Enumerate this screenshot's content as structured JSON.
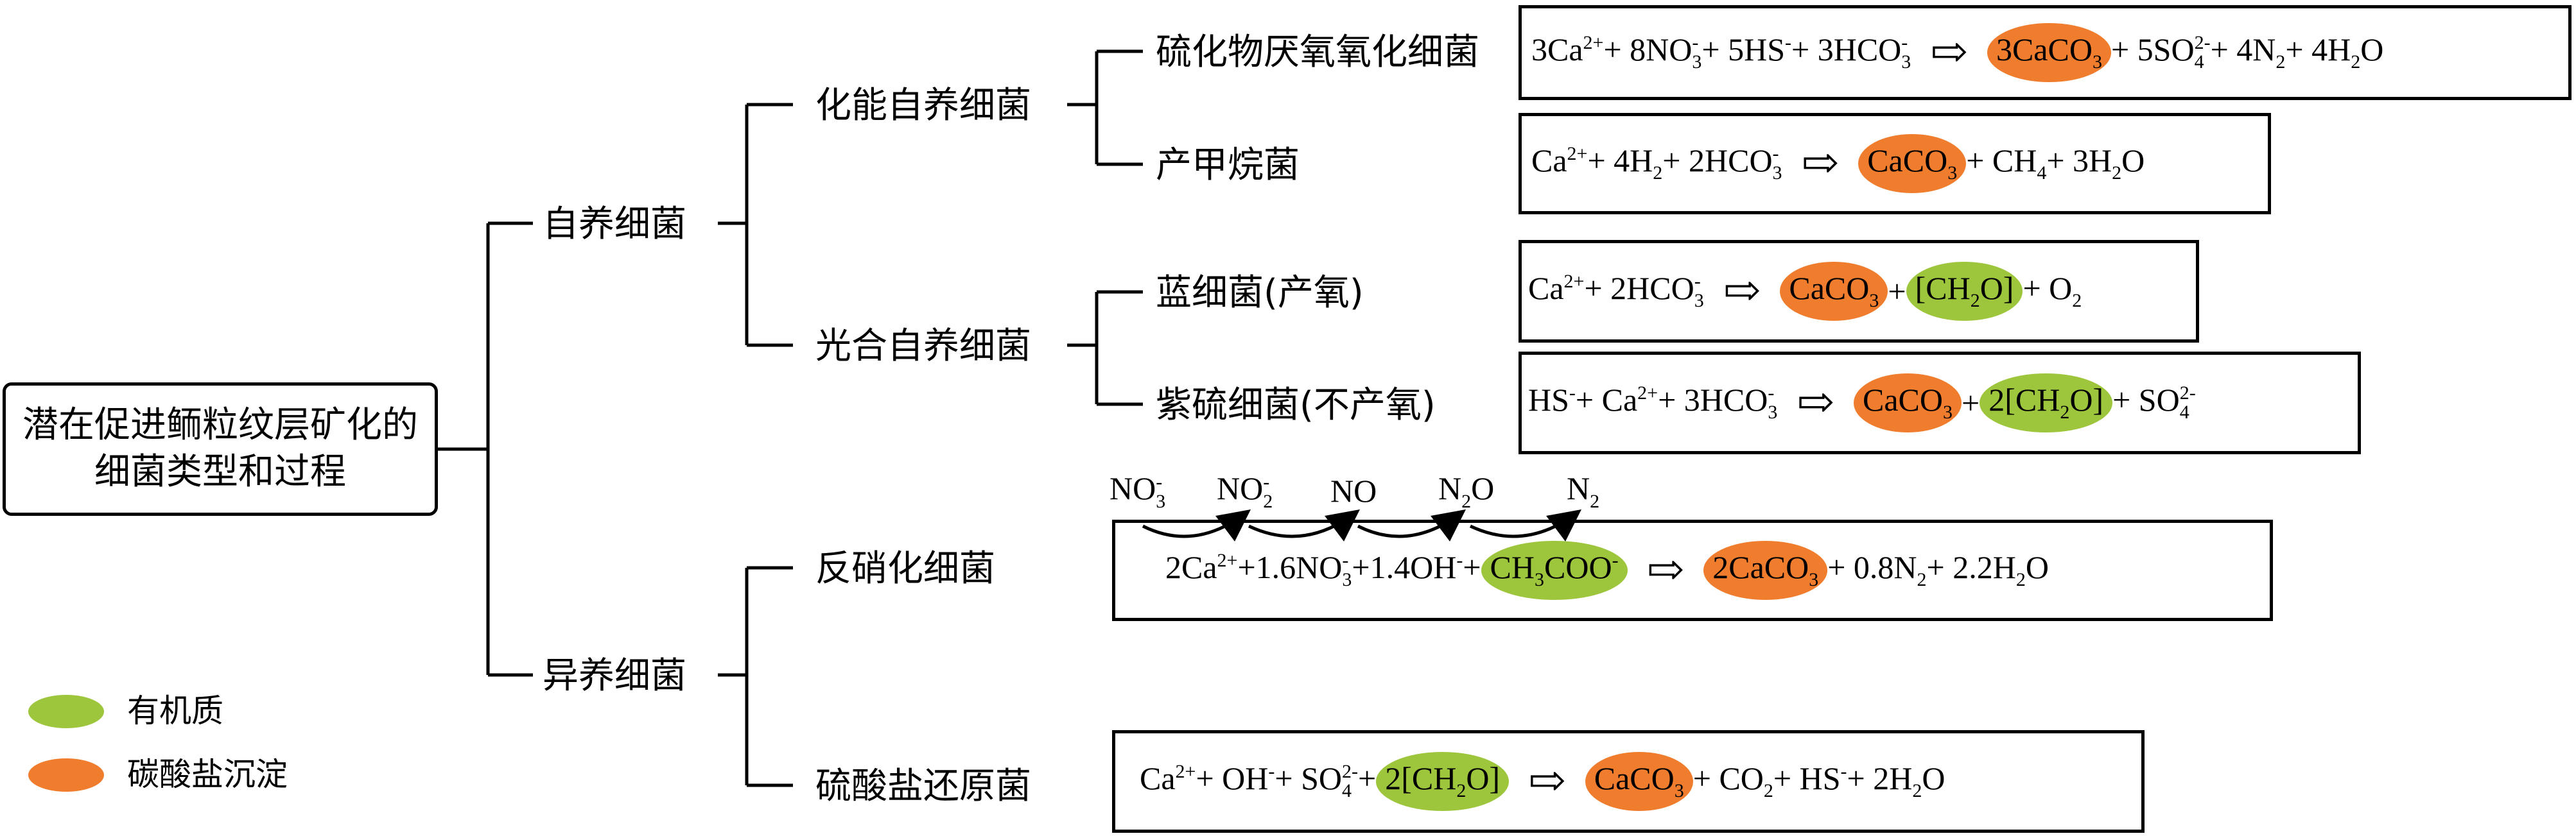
{
  "colors": {
    "organic": "#9dc63c",
    "carbonate": "#ef7d2d",
    "line": "#000000"
  },
  "root": {
    "line1": "潜在促进鲕粒纹层矿化的",
    "line2": "细菌类型和过程"
  },
  "level1": {
    "autotrophic": "自养细菌",
    "heterotrophic": "异养细菌"
  },
  "level2": {
    "chemoautotrophic": "化能自养细菌",
    "photoautotrophic": "光合自养细菌",
    "denitrifying": "反硝化细菌",
    "sulfate_reducing": "硫酸盐还原菌"
  },
  "level3": {
    "sulfide_anaerobic": "硫化物厌氧氧化细菌",
    "methanogen": "产甲烷菌",
    "cyanobacteria": "蓝细菌(产氧)",
    "purple_sulfur": "紫硫细菌(不产氧)"
  },
  "equations": {
    "eq1": {
      "reactants": [
        {
          "b": "3Ca",
          "sup": "2+",
          "sub": ""
        },
        {
          "b": " + 8NO",
          "sup": "-",
          "sub": "3"
        },
        {
          "b": " + 5HS",
          "sup": "-",
          "sub": ""
        },
        {
          "b": " + 3HCO",
          "sup": "-",
          "sub": "3"
        }
      ],
      "highlight": [
        {
          "b": "3CaCO",
          "sup": "",
          "sub": "3"
        }
      ],
      "products": [
        {
          "b": " + 5SO",
          "sup": "2-",
          "sub": "4"
        },
        {
          "b": " + 4N",
          "sup": "",
          "sub": "2"
        },
        {
          "b": " + 4H",
          "sup": "",
          "sub": "2"
        },
        {
          "b": "O",
          "sup": "",
          "sub": ""
        }
      ]
    },
    "eq2": {
      "reactants": [
        {
          "b": "Ca",
          "sup": "2+",
          "sub": ""
        },
        {
          "b": " + 4H",
          "sup": "",
          "sub": "2"
        },
        {
          "b": " + 2HCO",
          "sup": "-",
          "sub": "3"
        }
      ],
      "highlight": [
        {
          "b": "CaCO",
          "sup": "",
          "sub": "3"
        }
      ],
      "products": [
        {
          "b": " + CH",
          "sup": "",
          "sub": "4"
        },
        {
          "b": " + 3H",
          "sup": "",
          "sub": "2"
        },
        {
          "b": "O",
          "sup": "",
          "sub": ""
        }
      ]
    },
    "eq3": {
      "reactants": [
        {
          "b": "Ca",
          "sup": "2+",
          "sub": ""
        },
        {
          "b": " + 2HCO",
          "sup": "-",
          "sub": "3"
        }
      ],
      "highlight": [
        {
          "b": "CaCO",
          "sup": "",
          "sub": "3"
        }
      ],
      "mid": [
        {
          "b": " + ",
          "sup": "",
          "sub": ""
        }
      ],
      "highlight2": [
        {
          "b": "[CH",
          "sup": "",
          "sub": "2"
        },
        {
          "b": "O]",
          "sup": "",
          "sub": ""
        }
      ],
      "products": [
        {
          "b": " + O",
          "sup": "",
          "sub": "2"
        }
      ]
    },
    "eq4": {
      "reactants": [
        {
          "b": "HS",
          "sup": "-",
          "sub": ""
        },
        {
          "b": " + Ca",
          "sup": "2+",
          "sub": ""
        },
        {
          "b": " + 3HCO",
          "sup": "-",
          "sub": "3"
        }
      ],
      "highlight": [
        {
          "b": "CaCO",
          "sup": "",
          "sub": "3"
        }
      ],
      "mid": [
        {
          "b": " + ",
          "sup": "",
          "sub": ""
        }
      ],
      "highlight2": [
        {
          "b": "2[CH",
          "sup": "",
          "sub": "2"
        },
        {
          "b": "O]",
          "sup": "",
          "sub": ""
        }
      ],
      "products": [
        {
          "b": " + SO",
          "sup": "2-",
          "sub": "4"
        }
      ]
    },
    "eq5": {
      "reactants": [
        {
          "b": "2Ca",
          "sup": "2+",
          "sub": ""
        },
        {
          "b": "+1.6NO",
          "sup": "-",
          "sub": "3"
        },
        {
          "b": "+1.4OH",
          "sup": "-",
          "sub": ""
        },
        {
          "b": "+",
          "sup": "",
          "sub": ""
        }
      ],
      "highlight2": [
        {
          "b": "CH",
          "sup": "",
          "sub": "3"
        },
        {
          "b": "COO",
          "sup": "-",
          "sub": ""
        }
      ],
      "highlight": [
        {
          "b": "2CaCO",
          "sup": "",
          "sub": "3"
        }
      ],
      "products": [
        {
          "b": " + 0.8N",
          "sup": "",
          "sub": "2"
        },
        {
          "b": " + 2.2H",
          "sup": "",
          "sub": "2"
        },
        {
          "b": "O",
          "sup": "",
          "sub": ""
        }
      ]
    },
    "eq6": {
      "reactants": [
        {
          "b": "Ca",
          "sup": "2+",
          "sub": ""
        },
        {
          "b": " + OH",
          "sup": "-",
          "sub": ""
        },
        {
          "b": " + SO",
          "sup": "2-",
          "sub": "4"
        },
        {
          "b": " +",
          "sup": "",
          "sub": ""
        }
      ],
      "highlight2": [
        {
          "b": "2[CH",
          "sup": "",
          "sub": "2"
        },
        {
          "b": "O]",
          "sup": "",
          "sub": ""
        }
      ],
      "highlight": [
        {
          "b": "CaCO",
          "sup": "",
          "sub": "3"
        }
      ],
      "products": [
        {
          "b": " + CO",
          "sup": "",
          "sub": "2"
        },
        {
          "b": " + HS",
          "sup": "-",
          "sub": ""
        },
        {
          "b": " + 2H",
          "sup": "",
          "sub": "2"
        },
        {
          "b": "O",
          "sup": "",
          "sub": ""
        }
      ]
    }
  },
  "nitrogen_chain": [
    {
      "b": "NO",
      "sup": "-",
      "sub": "3"
    },
    {
      "b": "NO",
      "sup": "-",
      "sub": "2"
    },
    {
      "b": "NO",
      "sup": "",
      "sub": ""
    },
    {
      "b": "N",
      "sup": "",
      "sub": "2",
      "tail": "O"
    },
    {
      "b": "N",
      "sup": "",
      "sub": "2"
    }
  ],
  "legend": {
    "organic": "有机质",
    "carbonate": "碳酸盐沉淀"
  },
  "arrow_glyph": "⇨"
}
